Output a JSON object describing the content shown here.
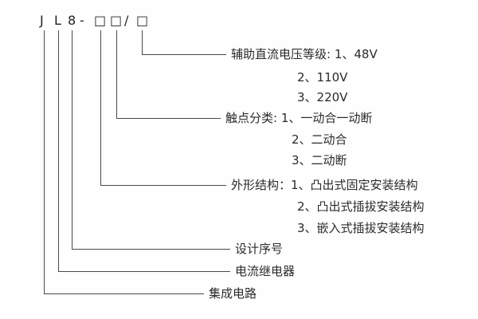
{
  "model": {
    "chars": [
      "J",
      "L",
      "8",
      "-",
      "□",
      "□",
      "/",
      "□"
    ]
  },
  "labels": {
    "aux_voltage": {
      "line1": "辅助直流电压等级: 1、48V",
      "line2": "2、110V",
      "line3": "3、220V"
    },
    "contact": {
      "line1": "触点分类: 1、一动合一动断",
      "line2": "2、二动合",
      "line3": "3、二动断"
    },
    "structure": {
      "line1": "外形结构：1、凸出式固定安装结构",
      "line2": "2、凸出式插拔安装结构",
      "line3": "3、嵌入式插拔安装结构"
    },
    "design_serial": "设计序号",
    "current_relay": "电流继电器",
    "integrated_circuit": "集成电路"
  }
}
